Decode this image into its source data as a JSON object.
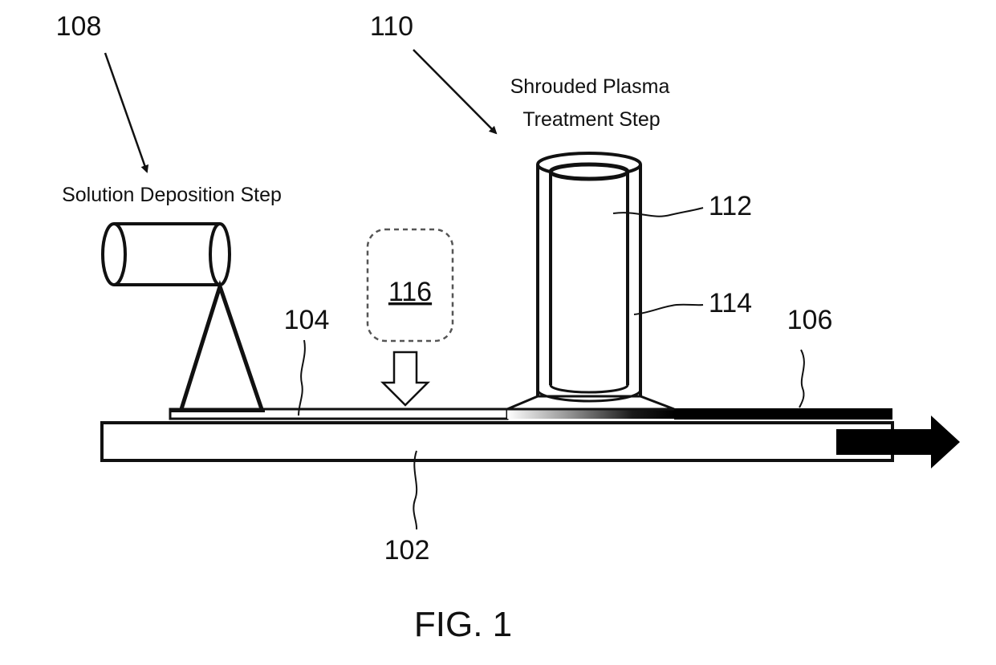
{
  "figure": {
    "caption": "FIG. 1",
    "labels": {
      "ref_108": "108",
      "ref_110": "110",
      "ref_112": "112",
      "ref_114": "114",
      "ref_116": "116",
      "ref_104": "104",
      "ref_106": "106",
      "ref_102": "102"
    },
    "captions": {
      "solution_step": "Solution Deposition Step",
      "plasma_line1": "Shrouded Plasma",
      "plasma_line2": "Treatment Step"
    }
  }
}
